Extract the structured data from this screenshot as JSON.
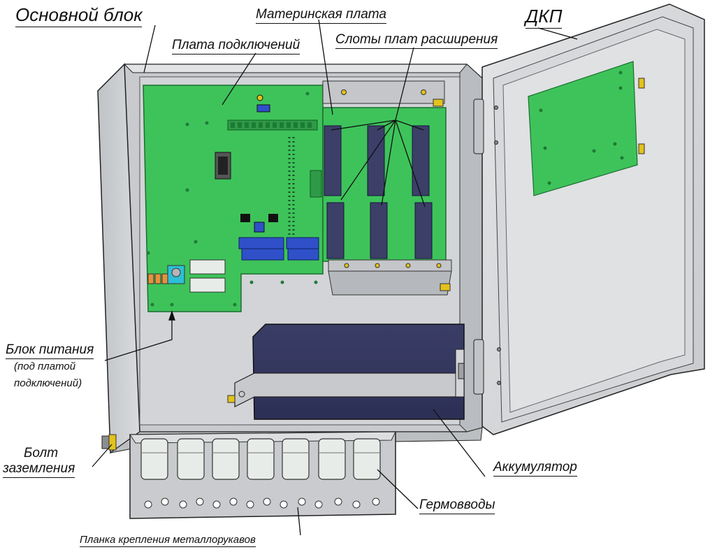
{
  "labels": {
    "main_block": "Основной блок",
    "dkp": "ДКП",
    "motherboard": "Материнская плата",
    "connection_board": "Плата подключений",
    "expansion_slots": "Слоты плат расширения",
    "power_supply": "Блок питания",
    "power_supply_note_1": "(под платой",
    "power_supply_note_2": "подключений)",
    "ground_bolt_1": "Болт",
    "ground_bolt_2": "заземления",
    "battery": "Аккумулятор",
    "cable_glands": "Гермовводы",
    "hose_bracket": "Планка крепления металлорукавов"
  },
  "colors": {
    "enclosure": "#cfd1d4",
    "enclosure_dark": "#a9acb0",
    "pcb_green": "#3ec35a",
    "pcb_dark": "#2e9a47",
    "module_navy": "#3c3f68",
    "terminal_blue": "#2f50c8",
    "gland_white": "#e8ece8",
    "brass": "#e3c21a"
  }
}
